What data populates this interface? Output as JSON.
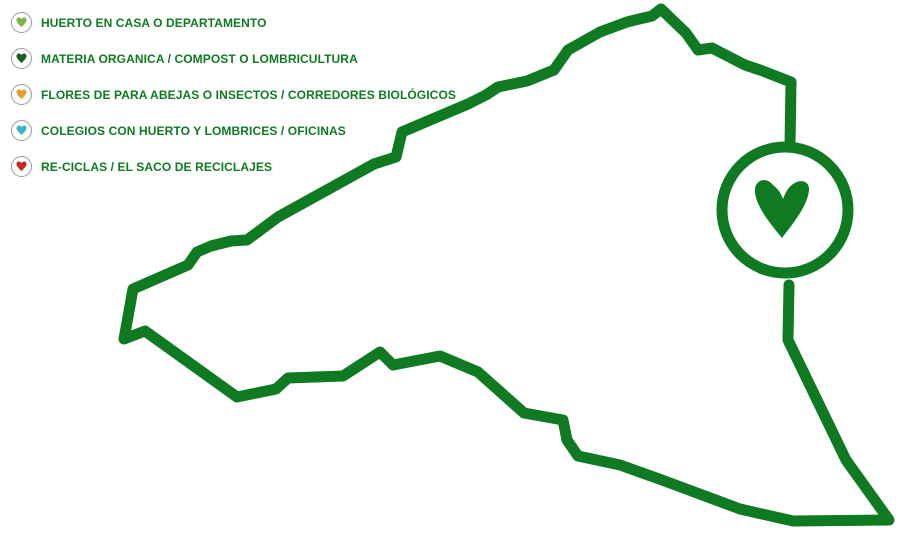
{
  "legend": [
    {
      "label": "HUERTO EN CASA O DEPARTAMENTO",
      "icon": "heart-icon",
      "color": "#7cb342"
    },
    {
      "label": "MATERIA ORGANICA / COMPOST O LOMBRICULTURA",
      "icon": "heart-icon",
      "color": "#1b5e20"
    },
    {
      "label": "FLORES DE PARA ABEJAS O INSECTOS / CORREDORES BIOLÓGICOS",
      "icon": "heart-icon",
      "color": "#e0a030"
    },
    {
      "label": "COLEGIOS CON HUERTO Y LOMBRICES / OFICINAS",
      "icon": "heart-icon",
      "color": "#40b4c8"
    },
    {
      "label": "RE-CICLAS / EL SACO DE RECICLAJES",
      "icon": "heart-icon",
      "color": "#c62828"
    }
  ],
  "colors": {
    "text": "#0f7a22",
    "outline": "#0f7a22",
    "marker_heart": "#0f7a22",
    "background": "#ffffff"
  },
  "marker": {
    "icon": "heart-marker-icon"
  }
}
